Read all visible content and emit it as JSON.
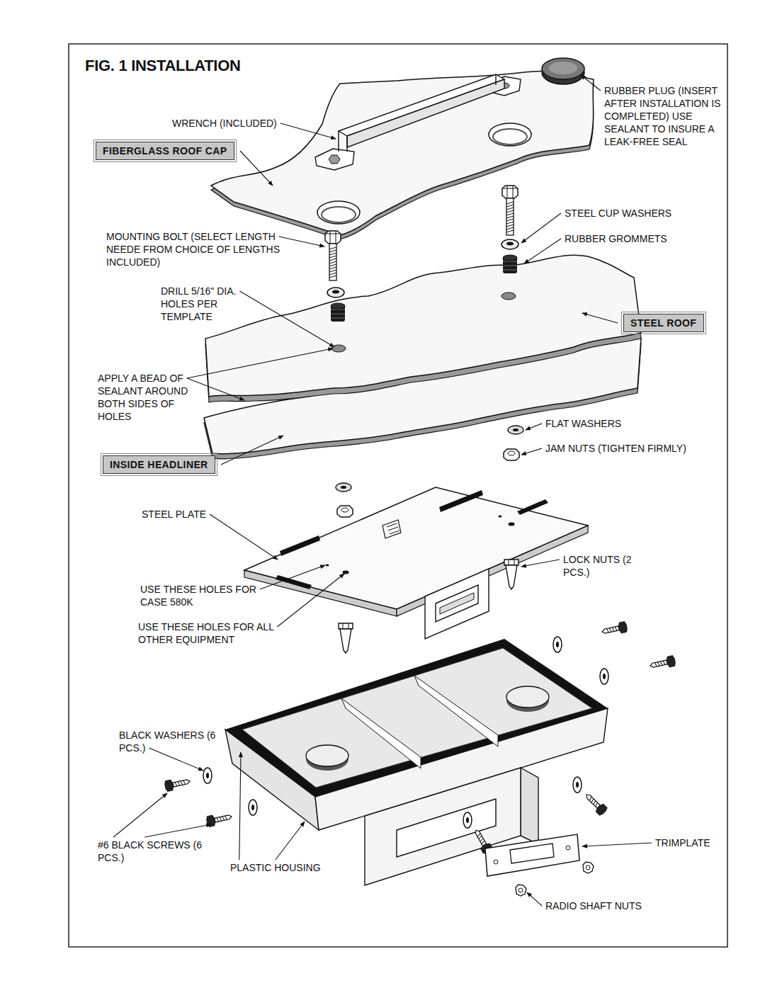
{
  "diagram": {
    "title": "FIG. 1 INSTALLATION",
    "nodes": [
      {
        "text": [
          "FIBERGLASS ROOF CAP"
        ]
      },
      {
        "text": [
          "STEEL ROOF"
        ]
      },
      {
        "text": [
          "INSIDE HEADLINER"
        ]
      }
    ],
    "labels": [
      "WRENCH (INCLUDED)",
      "RUBBER PLUG (INSERT AFTER INSTALLATION IS COMPLETED) USE SEALANT TO INSURE A LEAK-FREE SEAL",
      "STEEL CUP WASHERS",
      "RUBBER GROMMETS",
      "MOUNTING BOLT (SELECT LENGTH NEEDE FROM CHOICE OF LENGTHS INCLUDED)",
      "DRILL 5/16\" DIA. HOLES PER TEMPLATE",
      "APPLY A BEAD OF SEALANT AROUND BOTH SIDES OF HOLES",
      "FLAT WASHERS",
      "JAM NUTS (TIGHTEN FIRMLY)",
      "STEEL PLATE",
      "LOCK NUTS (2 PCS.)",
      "USE THESE HOLES FOR CASE 580K",
      "USE THESE HOLES FOR ALL OTHER EQUIPMENT",
      "BLACK WASHERS (6 PCS.)",
      "#6 BLACK SCREWS (6 PCS.)",
      "PLASTIC HOUSING",
      "TRIMPLATE",
      "RADIO SHAFT NUTS"
    ]
  }
}
